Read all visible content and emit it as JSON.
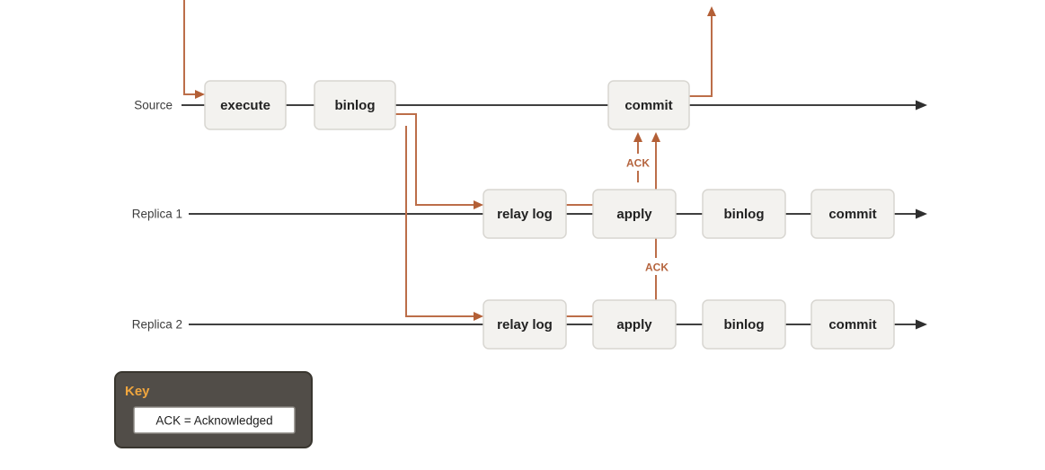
{
  "figure": {
    "rows": [
      {
        "label": "Source",
        "nodes": [
          {
            "label": "execute"
          },
          {
            "label": "binlog"
          },
          {
            "label": "commit"
          }
        ]
      },
      {
        "label": "Replica 1",
        "nodes": [
          {
            "label": "relay log"
          },
          {
            "label": "apply"
          },
          {
            "label": "binlog"
          },
          {
            "label": "commit"
          }
        ]
      },
      {
        "label": "Replica 2",
        "nodes": [
          {
            "label": "relay log"
          },
          {
            "label": "apply"
          },
          {
            "label": "binlog"
          },
          {
            "label": "commit"
          }
        ]
      }
    ],
    "ack_labels": [
      {
        "text": "ACK"
      },
      {
        "text": "ACK"
      }
    ],
    "key": {
      "title": "Key",
      "entry": "ACK = Acknowledged"
    },
    "colors": {
      "flow_orange": "#bc6e49",
      "ack_text_orange": "#b5643e",
      "timeline_black": "#404040",
      "node_fill": "#f3f2ef",
      "node_border": "#d8d6d1",
      "node_text": "#222222",
      "key_background": "#514d48",
      "key_title_yellow": "#f0a63e",
      "key_entry_text": "#1d1d1d"
    }
  }
}
